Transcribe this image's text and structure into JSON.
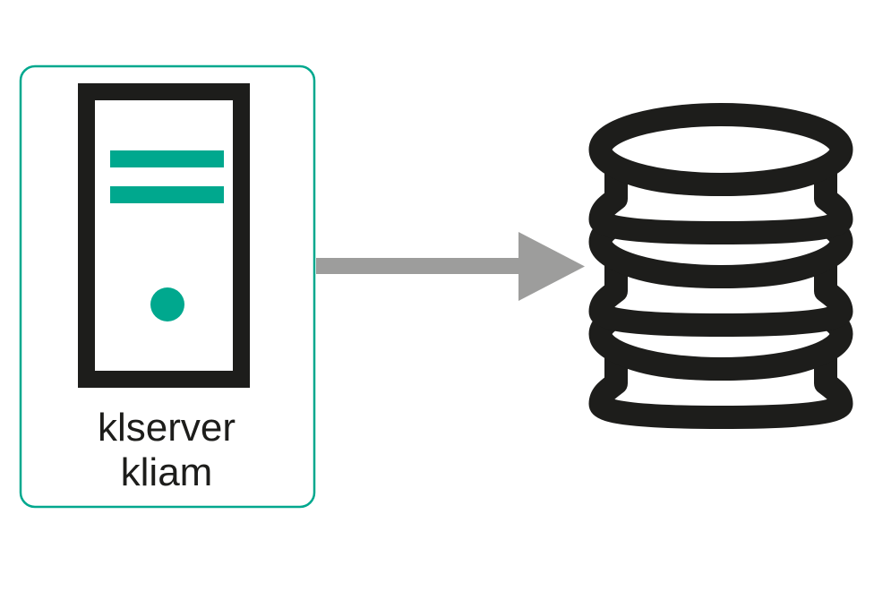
{
  "diagram": {
    "type": "flow-diagram",
    "nodes": [
      {
        "id": "server",
        "icon": "server-tower-icon",
        "labels": [
          "klserver",
          "kliam"
        ],
        "boxed": true
      },
      {
        "id": "database",
        "icon": "database-icon",
        "labels": [],
        "boxed": false
      }
    ],
    "connectors": [
      {
        "from": "server",
        "to": "database",
        "style": "arrow-right"
      }
    ],
    "colors": {
      "accent_teal": "#00A88E",
      "icon_black": "#1D1D1B",
      "arrow_gray": "#9D9D9C",
      "background": "#FFFFFF",
      "label_text": "#1D1D1B"
    }
  }
}
